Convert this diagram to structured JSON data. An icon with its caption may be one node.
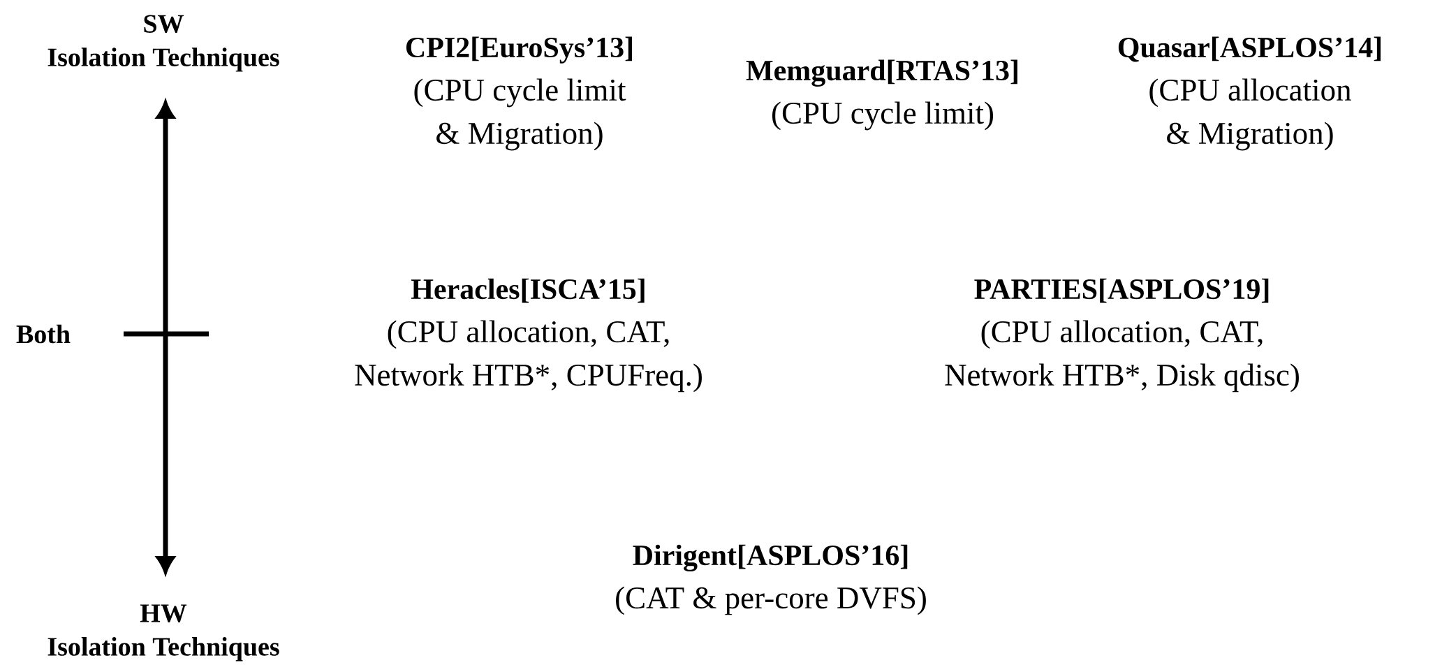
{
  "diagram": {
    "nodes": [
      {
        "text": [
          "CPI2[EuroSys’13]",
          "(CPU cycle limit & Migration)"
        ]
      },
      {
        "text": [
          "Memguard[RTAS’13]",
          "(CPU cycle limit)"
        ]
      },
      {
        "text": [
          "Quasar[ASPLOS’14]",
          "(CPU allocation & Migration)"
        ]
      },
      {
        "text": [
          "Heracles[ISCA’15]",
          "(CPU allocation, CAT, Network HTB*, CPUFreq.)"
        ]
      },
      {
        "text": [
          "PARTIES[ASPLOS’19]",
          "(CPU allocation, CAT, Network HTB*, Disk qdisc)"
        ]
      },
      {
        "text": [
          "Dirigent[ASPLOS’16]",
          "(CAT & per-core DVFS)"
        ]
      }
    ],
    "labels": [
      "SW Isolation Techniques",
      "Both",
      "HW Isolation Techniques"
    ]
  }
}
